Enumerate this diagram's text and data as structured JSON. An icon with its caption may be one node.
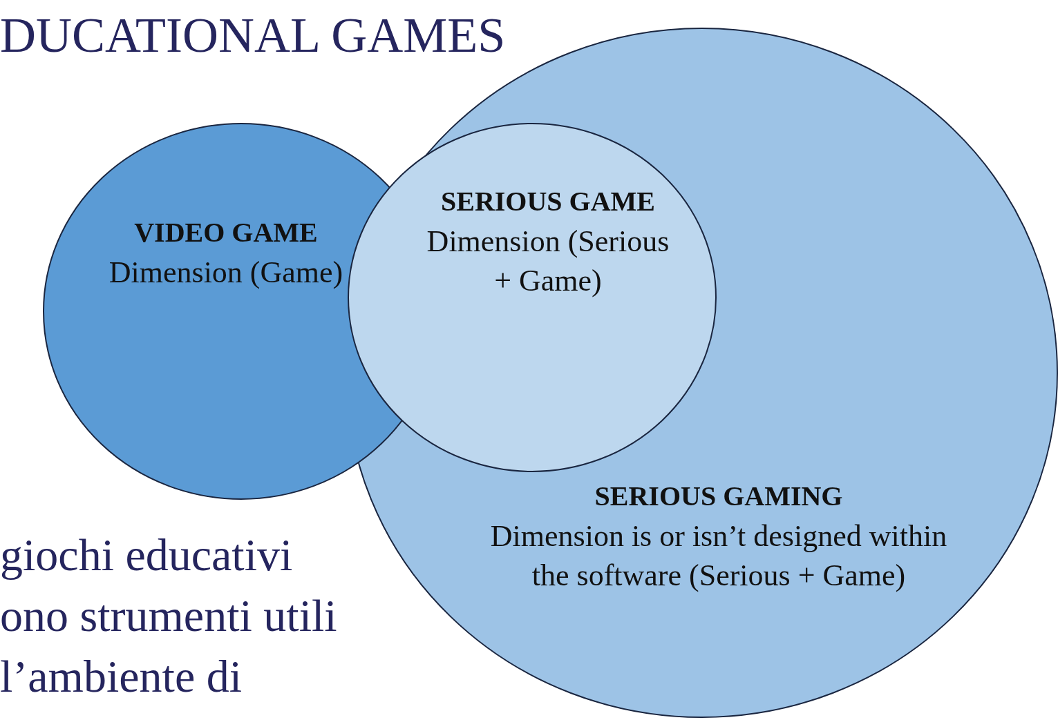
{
  "diagram": {
    "title": "DUCATIONAL GAMES",
    "nodes": [
      {
        "text": [
          "VIDEO GAME",
          "Dimension (Game)"
        ]
      },
      {
        "text": [
          "SERIOUS GAME",
          "Dimension (Serious + Game)"
        ],
        "in": 2
      },
      {
        "text": [
          "SERIOUS GAMING",
          "Dimension is or isn’t designed within the software (Serious + Game)"
        ]
      }
    ],
    "labels": [
      "giochi educativi ono strumenti utili l’ambiente di"
    ]
  }
}
